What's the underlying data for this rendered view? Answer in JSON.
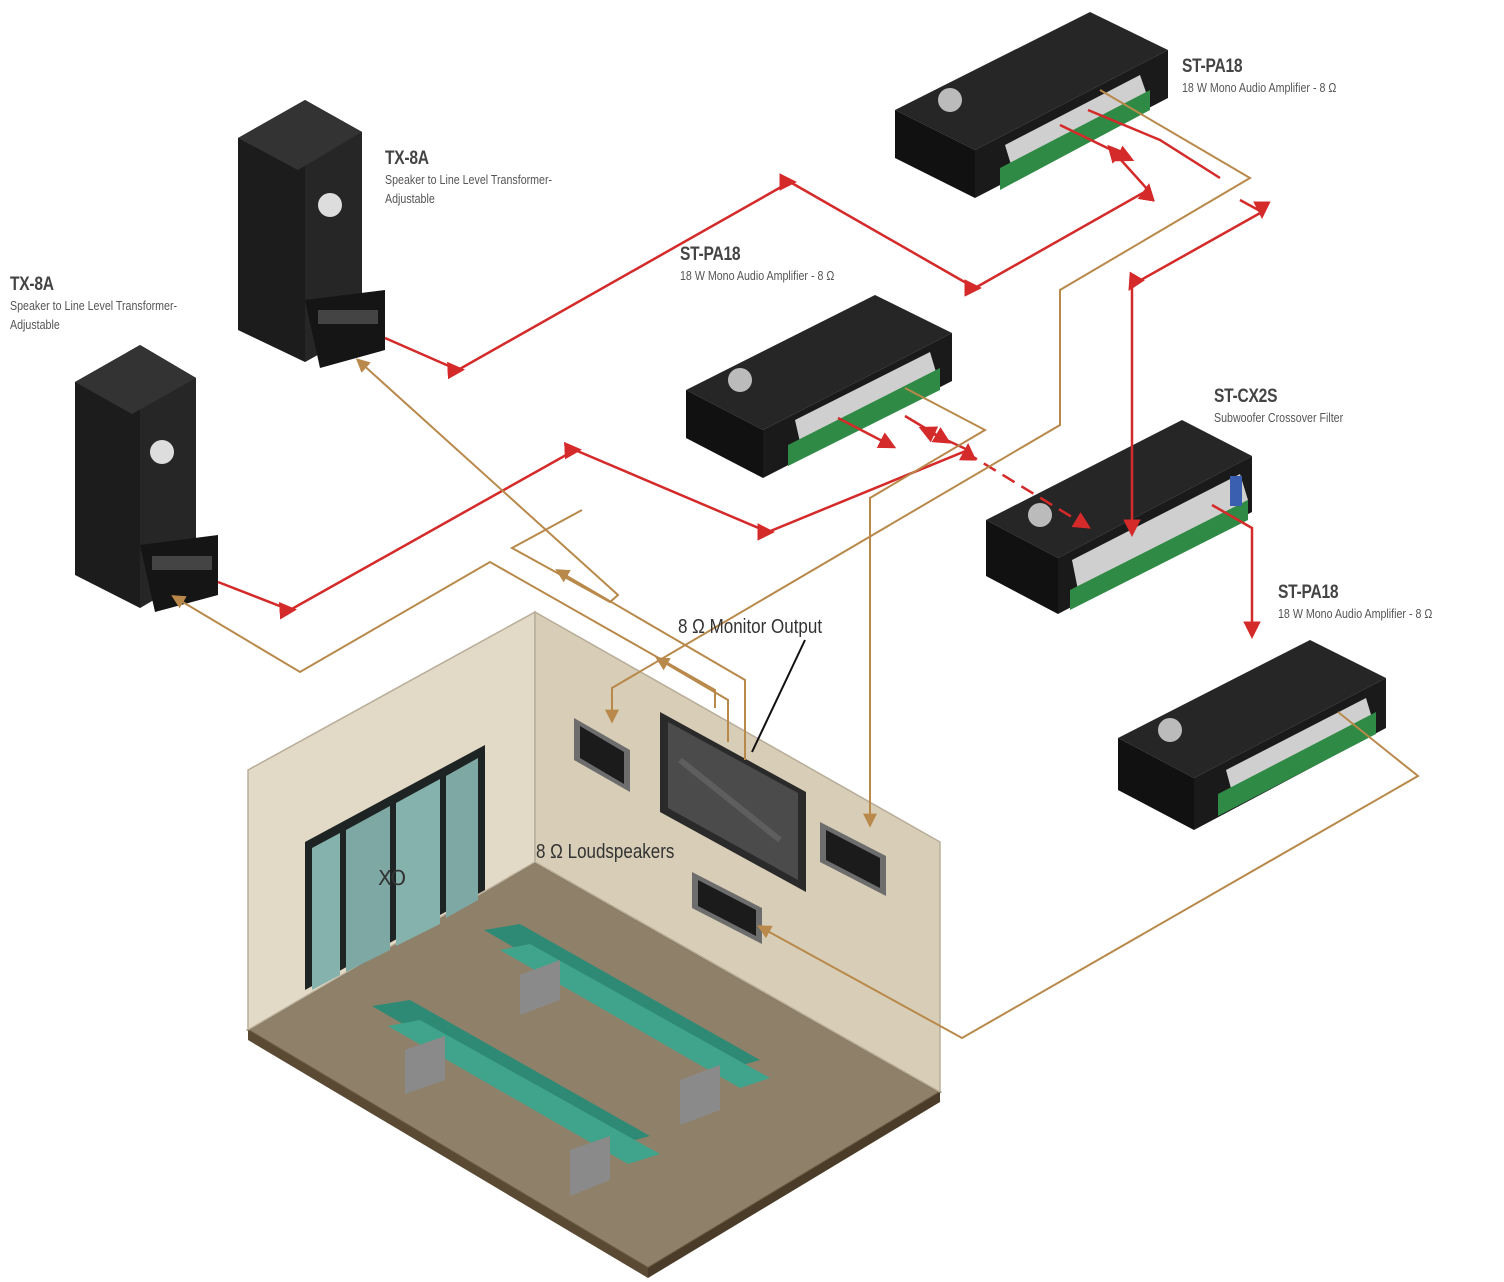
{
  "devices": {
    "tx8a_top": {
      "model": "TX-8A",
      "line1": "Speaker to Line Level Transformer-",
      "line2": "Adjustable"
    },
    "tx8a_left": {
      "model": "TX-8A",
      "line1": "Speaker to Line Level Transformer-",
      "line2": "Adjustable"
    },
    "stpa18_top": {
      "model": "ST-PA18",
      "desc": "18 W Mono Audio Amplifier - 8 Ω"
    },
    "stpa18_mid": {
      "model": "ST-PA18",
      "desc": "18 W Mono Audio Amplifier - 8 Ω"
    },
    "stcx2s": {
      "model": "ST-CX2S",
      "desc": "Subwoofer Crossover Filter"
    },
    "stpa18_right": {
      "model": "ST-PA18",
      "desc": "18 W Mono Audio Amplifier - 8 Ω"
    }
  },
  "callouts": {
    "monitor_output": "8 Ω Monitor Output",
    "loudspeakers": "8 Ω Loudspeakers"
  },
  "colors": {
    "line_signal": "#d42a2a",
    "speaker_wire": "#b8894a",
    "device_body": "#1e1e1e",
    "terminal_green": "#2f8a45",
    "wall_back": "#e4dccb",
    "wall_side": "#d5cab3",
    "floor": "#8e8068",
    "seat": "#3fa48b",
    "glass": "#7fa9a6"
  }
}
